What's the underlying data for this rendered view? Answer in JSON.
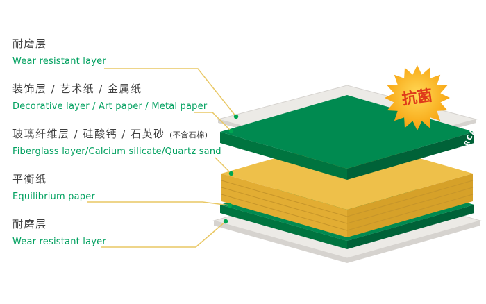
{
  "labels": [
    {
      "zh": "耐磨层",
      "en": "Wear resistant layer"
    },
    {
      "zh": "装饰层 / 艺术纸 / 金属纸",
      "en": "Decorative layer / Art paper / Metal paper"
    },
    {
      "zh": "玻璃纤维层 / 硅酸钙 / 石英砂",
      "zh_note": "(不含石棉)",
      "en": "Fiberglass layer/Calcium silicate/Quartz sand"
    },
    {
      "zh": "平衡纸",
      "en": "Equilibrium paper"
    },
    {
      "zh": "耐磨层",
      "en": "Wear resistant layer"
    }
  ],
  "badge": {
    "text": "抗菌"
  },
  "brand": {
    "text": "FORCA"
  },
  "diagram": {
    "type": "exploded-layer-stack",
    "layers": [
      {
        "name": "Wear resistant layer (top sheet)",
        "color": "#eceae6"
      },
      {
        "name": "Decorative layer / Art paper / Metal paper",
        "color": "#008a50"
      },
      {
        "name": "Fiberglass layer / Calcium silicate / Quartz sand",
        "color": "#eec04a"
      },
      {
        "name": "Equilibrium paper",
        "color": "#008a50"
      },
      {
        "name": "Wear resistant layer (bottom sheet)",
        "color": "#eceae6"
      }
    ]
  },
  "colors": {
    "accent_line": "#e9c763",
    "dot": "#00a651",
    "label_en": "#00a05f",
    "label_zh": "#3f3f3f",
    "green_top_face": "#008a50",
    "green_side_left": "#00743f",
    "green_side_right": "#006238",
    "yellow_top_face": "#eec04a",
    "yellow_side_left": "#e2ad33",
    "yellow_side_right": "#d6a129",
    "sheet_face": "#eceae6",
    "sheet_side": "#d6d3cf",
    "badge_fill": "#f7a81b",
    "badge_text": "#df3a1a",
    "brand_text": "#ffffff"
  }
}
